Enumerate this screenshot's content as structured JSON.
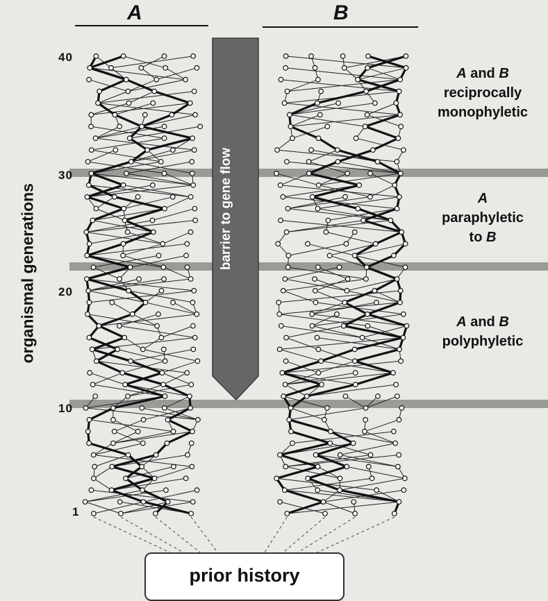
{
  "populations": {
    "a": "A",
    "b": "B"
  },
  "axis": {
    "title": "organismal generations",
    "ticks": [
      {
        "label": "40",
        "generation": 40
      },
      {
        "label": "30",
        "generation": 30
      },
      {
        "label": "20",
        "generation": 20
      },
      {
        "label": "10",
        "generation": 10
      },
      {
        "label": "1",
        "generation": 1
      }
    ]
  },
  "barrier": {
    "label": "barrier to gene flow"
  },
  "phases": {
    "monophyletic": {
      "line1_a": "A",
      "line1_and": "and",
      "line1_b": "B",
      "line2": "reciprocally",
      "line3": "monophyletic"
    },
    "paraphyletic": {
      "line1": "A",
      "line2": "paraphyletic",
      "line3_to": "to",
      "line3_b": "B"
    },
    "polyphyletic": {
      "line1_a": "A",
      "line1_and": "and",
      "line1_b": "B",
      "line2": "polyphyletic"
    }
  },
  "prior": {
    "label": "prior history"
  },
  "colors": {
    "band": "#9a9a97",
    "lineage": "#111111",
    "barrier": "#666666",
    "background": "#e9e9e6"
  }
}
